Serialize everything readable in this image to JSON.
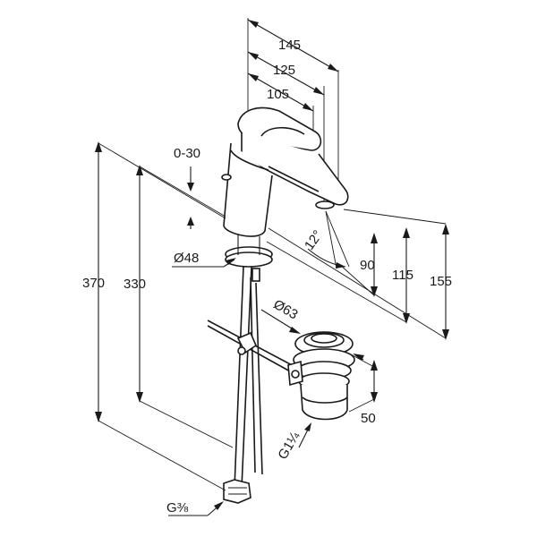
{
  "dimensions": {
    "d145": "145",
    "d125": "125",
    "d105": "105",
    "d0_30": "0-30",
    "d12deg": "12°",
    "d48": "Ø48",
    "d90": "90",
    "d115": "115",
    "d155": "155",
    "d370": "370",
    "d330": "330",
    "d63": "Ø63",
    "d50": "50",
    "g1_1_4": "G1¼",
    "g3_8": "G⅜"
  }
}
